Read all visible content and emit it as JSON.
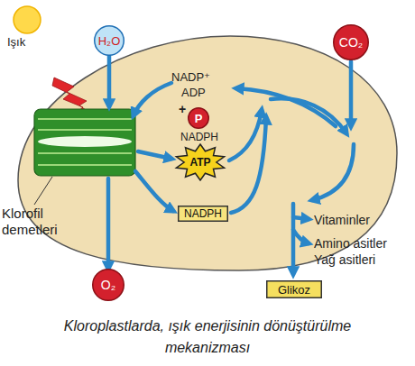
{
  "diagram": {
    "caption": "Kloroplastlarda, ışık enerjisinin dönüştürülme mekanizması",
    "nodes": [
      {
        "text": [
          "H₂O"
        ]
      },
      {
        "text": [
          "CO₂"
        ]
      },
      {
        "text": [
          "P"
        ]
      },
      {
        "text": [
          "Klorofil demetleri"
        ]
      },
      {
        "text": [
          "ATP"
        ]
      },
      {
        "text": [
          "NADPH"
        ]
      },
      {
        "text": [
          "O₂"
        ]
      },
      {
        "text": [
          "Glikoz"
        ]
      }
    ],
    "edges": [
      {
        "from": 0,
        "to": 3,
        "arrow": "to"
      },
      {
        "from": 3,
        "to": 6,
        "arrow": "to"
      }
    ],
    "labels": [
      "Işık",
      "NADP⁺",
      "ADP",
      "+",
      "NADPH",
      "Vitaminler",
      "Amino asitler",
      "Yağ asitleri"
    ]
  }
}
